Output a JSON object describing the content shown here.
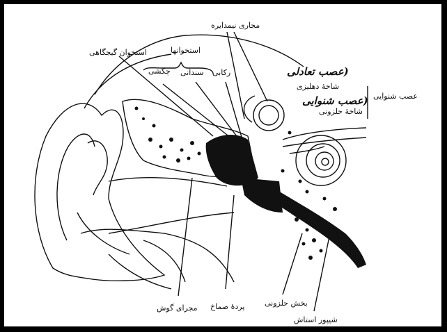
{
  "labels": {
    "semicircular_canals": "مجاری نیمدایره",
    "temporal_bone": "استخوان گیجگاهی",
    "ossicles": "استخوانها",
    "stapes": "رکابی",
    "incus": "سندانی",
    "malleus": "چکشی",
    "vestibular_nerve_hand": "(عصب تعادلی",
    "vestibular_branch": "شاخهٔ دهلیزی",
    "cochlear_nerve_hand": "(عصب شنوایی",
    "cochlear_branch": "شاخهٔ حلزونی",
    "auditory_nerve": "عصب شنوایی",
    "ear_canal": "مجرای گوش",
    "eardrum": "پردهٔ صماخ",
    "cochlea": "بخش حلزونی",
    "eustachian_tube": "شیپور استاش"
  },
  "colors": {
    "frame": "#000000",
    "paper": "#ffffff",
    "ink": "#111111"
  }
}
